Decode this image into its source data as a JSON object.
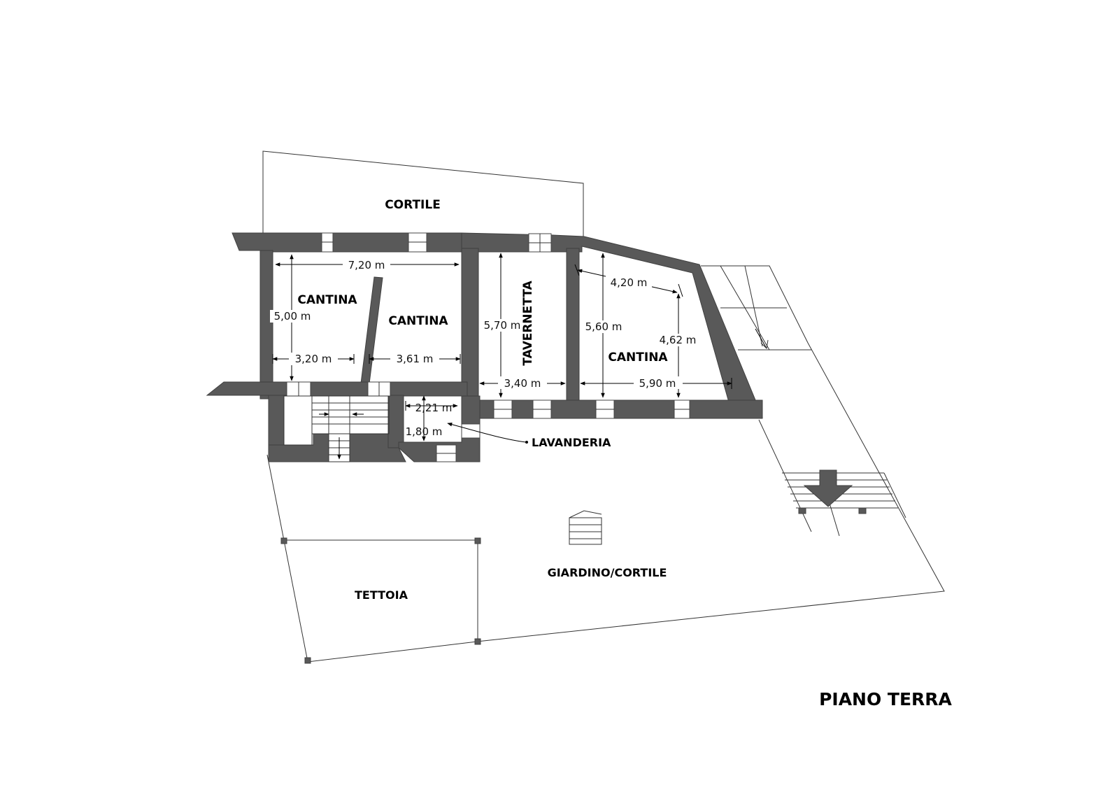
{
  "rooms": {
    "cortile_top": "CORTILE",
    "cantina_1": "CANTINA",
    "cantina_2": "CANTINA",
    "tavernetta": "TAVERNETTA",
    "cantina_3": "CANTINA",
    "lavanderia": "LAVANDERIA",
    "giardino": "GIARDINO/CORTILE",
    "tettoia": "TETTOIA"
  },
  "dimensions": {
    "cantina_width_total": "7,20 m",
    "cantina_height": "5,00 m",
    "cantina_1_width": "3,20 m",
    "cantina_2_width": "3,61 m",
    "tavernetta_height": "5,70 m",
    "tavernetta_width": "3,40 m",
    "cantina_3_top": "4,20 m",
    "cantina_3_left_height": "5,60 m",
    "cantina_3_right_height": "4,62 m",
    "cantina_3_width": "5,90 m",
    "lavanderia_width": "2,21 m",
    "lavanderia_height": "1,80 m"
  },
  "title": "PIANO TERRA"
}
